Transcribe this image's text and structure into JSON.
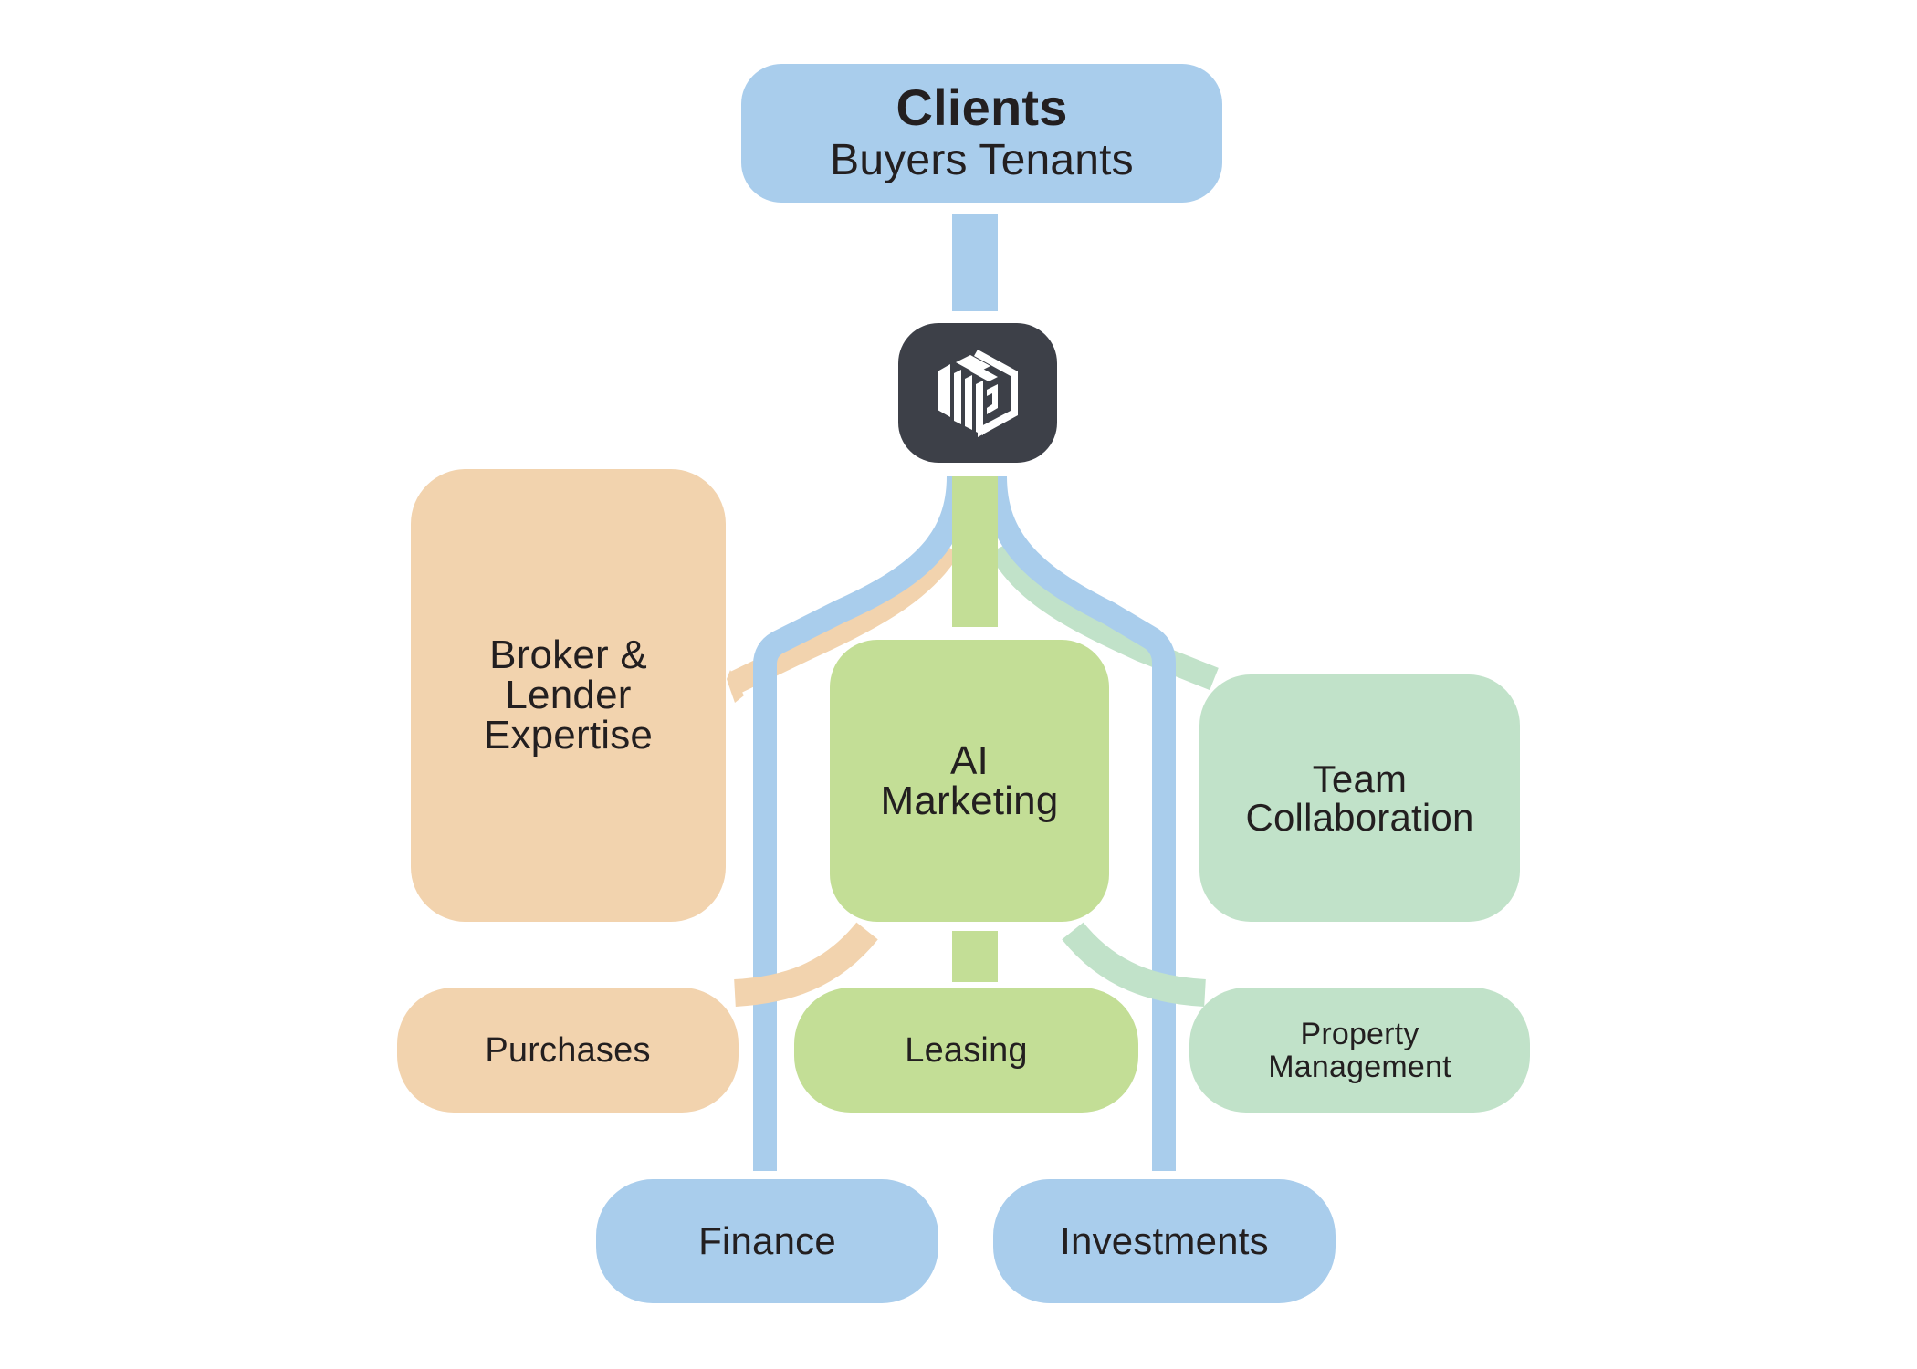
{
  "colors": {
    "blue": "#a9cdec",
    "orange": "#f2d3ae",
    "green": "#c3de96",
    "mint": "#c1e2c9",
    "logo_bg": "#3d4048",
    "text": "#231f20"
  },
  "top": {
    "title": "Clients",
    "subtitle": "Buyers Tenants"
  },
  "hub": {
    "icon": "cube-logo-icon"
  },
  "pillars": [
    {
      "lines": [
        "Broker &",
        "Lender",
        "Expertise"
      ],
      "color": "orange"
    },
    {
      "lines": [
        "AI",
        "Marketing"
      ],
      "color": "green"
    },
    {
      "lines": [
        "Team",
        "Collaboration"
      ],
      "color": "mint"
    }
  ],
  "services": [
    {
      "lines": [
        "Purchases"
      ],
      "color": "orange"
    },
    {
      "lines": [
        "Leasing"
      ],
      "color": "green"
    },
    {
      "lines": [
        "Property",
        "Management"
      ],
      "color": "mint"
    }
  ],
  "outcomes": [
    {
      "label": "Finance",
      "color": "blue"
    },
    {
      "label": "Investments",
      "color": "blue"
    }
  ]
}
